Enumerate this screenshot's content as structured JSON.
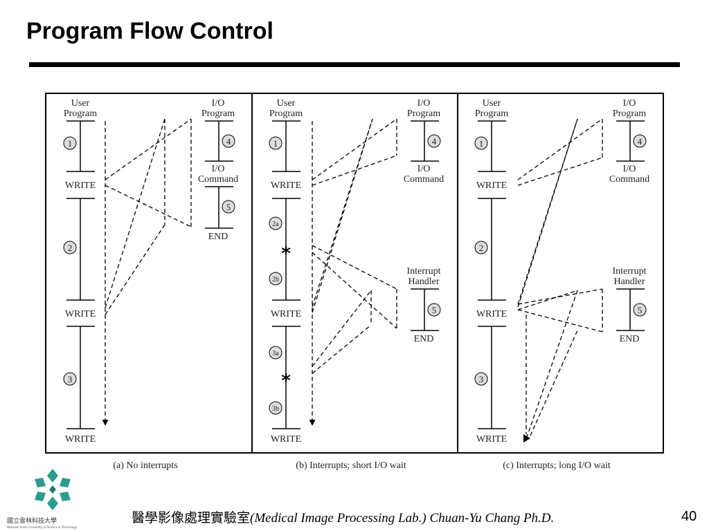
{
  "slide": {
    "title": "Program Flow Control",
    "page_number": "40"
  },
  "footer": {
    "lab_chinese": "醫學影像處理實驗室",
    "lab_english": "(Medical Image Processing Lab.) Chuan-Yu Chang Ph.D."
  },
  "logo": {
    "university_chinese": "國立雲林科技大學",
    "university_english": "National Yunlin University of Science & Technology"
  },
  "diagram": {
    "labels": {
      "user_program": [
        "User",
        "Program"
      ],
      "io_program": [
        "I/O",
        "Program"
      ],
      "io_command": [
        "I/O",
        "Command"
      ],
      "interrupt_handler": [
        "Interrupt",
        "Handler"
      ],
      "write": "WRITE",
      "end": "END",
      "interrupt_marker": "*"
    },
    "panels": [
      {
        "caption": "(a) No interrupts",
        "user_steps": [
          "1",
          "2",
          "3"
        ],
        "io_steps": [
          "4",
          "5"
        ]
      },
      {
        "caption": "(b) Interrupts; short I/O wait",
        "user_steps": [
          "1",
          "2a",
          "2b",
          "3a",
          "3b"
        ],
        "io_steps": [
          "4"
        ],
        "handler_steps": [
          "5"
        ]
      },
      {
        "caption": "(c) Interrupts; long I/O wait",
        "user_steps": [
          "1",
          "2",
          "3"
        ],
        "io_steps": [
          "4"
        ],
        "handler_steps": [
          "5"
        ]
      }
    ]
  }
}
